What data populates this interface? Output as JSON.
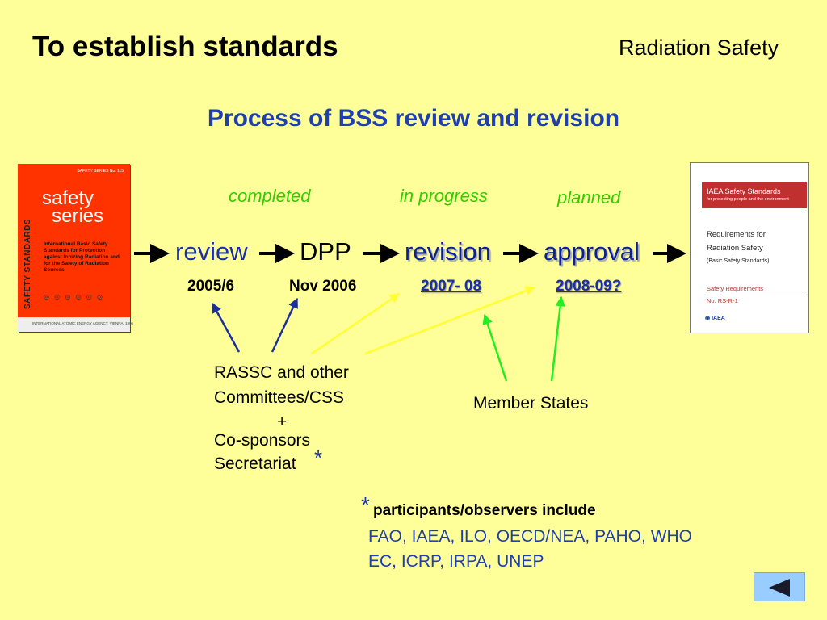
{
  "header": {
    "title": "To establish standards",
    "section": "Radiation Safety"
  },
  "subtitle": "Process of BSS review and revision",
  "statuses": {
    "completed": "completed",
    "in_progress": "in progress",
    "planned": "planned"
  },
  "steps": {
    "review": "review",
    "dpp": "DPP",
    "revision": "revision",
    "approval": "approval"
  },
  "dates": {
    "review": "2005/6",
    "dpp": "Nov 2006",
    "revision": "2007- 08",
    "approval": "2008-09?"
  },
  "actors": {
    "rassc_line1": "RASSC and other",
    "rassc_line2": "Committees/CSS",
    "plus": "+",
    "cosponsors": "Co-sponsors",
    "secretariat": "Secretariat",
    "asterisk": "*",
    "member_states": "Member States"
  },
  "footnote": {
    "asterisk": "*",
    "heading": "participants/observers include",
    "line1": "FAO, IAEA, ILO, OECD/NEA, PAHO, WHO",
    "line2": "EC, ICRP, IRPA, UNEP"
  },
  "book_left": {
    "series_no": "SAFETY SERIES No. 115",
    "side": "SAFETY STANDARDS",
    "brand_line1": "safety",
    "brand_line2": "series",
    "cover_text": "International Basic Safety Standards for Protection against Ionizing Radiation and for the Safety of Radiation Sources",
    "publisher": "INTERNATIONAL ATOMIC ENERGY AGENCY, VIENNA, 1996"
  },
  "book_right": {
    "band_title": "IAEA Safety Standards",
    "band_sub": "for protecting people and the environment",
    "line1": "Requirements for",
    "line2": "Radiation Safety",
    "line3": "(Basic Safety Standards)",
    "req": "Safety Requirements",
    "num": "No. RS-R-1",
    "logo": "IAEA"
  },
  "colors": {
    "background": "#ffff99",
    "blue_title": "#1f3faf",
    "status_green": "#33cc00",
    "arrow_navy": "#1a2f99",
    "arrow_yellow": "#ffff33",
    "arrow_green": "#22ee22"
  },
  "icons": {
    "back": "back-triangle-icon"
  }
}
